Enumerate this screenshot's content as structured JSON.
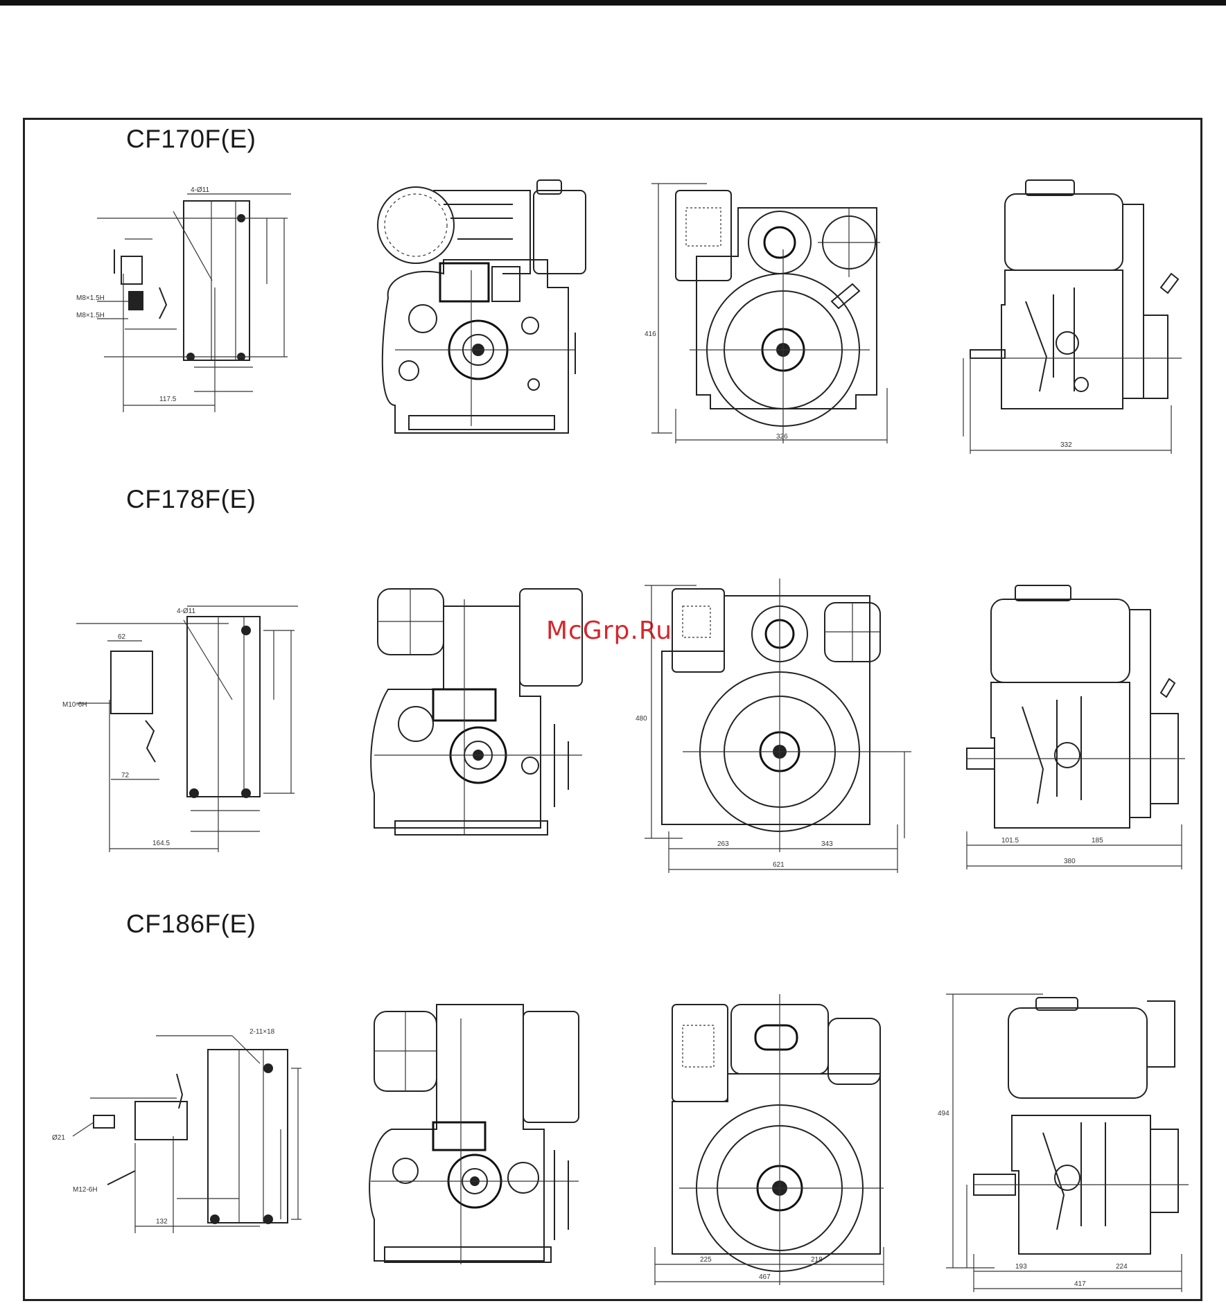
{
  "sheet": {
    "watermark": "McGrp.Ru",
    "models": [
      {
        "title": "CF170F(E)",
        "mount_labels": [
          "4-Ø11",
          "M8×1.5H",
          "M8×1.5H",
          "117.5"
        ],
        "side_height": "416",
        "front_width": "326",
        "side_width": "332"
      },
      {
        "title": "CF178F(E)",
        "mount_labels": [
          "4-Ø11",
          "62",
          "M10-6H",
          "164.5",
          "72"
        ],
        "side_height": "480",
        "front_widths": [
          "263",
          "343",
          "621"
        ],
        "side_widths": [
          "101.5",
          "185",
          "380"
        ]
      },
      {
        "title": "CF186F(E)",
        "mount_labels": [
          "2-11×18",
          "Ø21",
          "M12-6H",
          "132"
        ],
        "front_widths": [
          "225",
          "218",
          "467"
        ],
        "side_height": "494",
        "side_widths": [
          "193",
          "224",
          "417"
        ]
      }
    ]
  }
}
